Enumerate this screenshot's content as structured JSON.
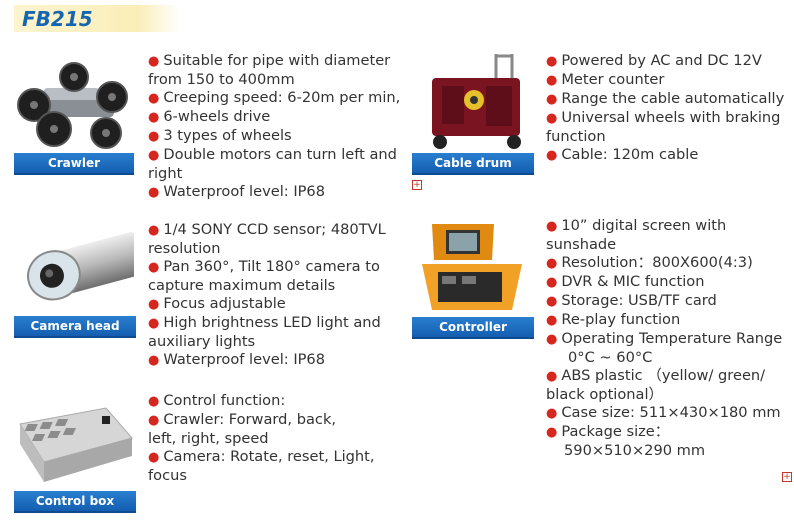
{
  "title": "FB215",
  "products": {
    "crawler": {
      "label": "Crawler",
      "bullets": [
        "Suitable for pipe with diameter from 150 to 400mm",
        "Creeping speed: 6-20m per min,",
        "6-wheels drive",
        "3 types of wheels",
        "Double motors can turn left and right",
        "Waterproof level: IP68"
      ]
    },
    "cable_drum": {
      "label": "Cable drum",
      "bullets": [
        "Powered by AC and DC 12V",
        "Meter counter",
        "Range the cable automatically",
        "Universal wheels with braking function",
        "Cable: 120m cable"
      ]
    },
    "camera_head": {
      "label": "Camera head",
      "bullets": [
        "1/4 SONY CCD sensor; 480TVL resolution",
        "Pan 360°, Tilt 180° camera to capture maximum details",
        "Focus adjustable",
        "High brightness LED light and auxiliary lights",
        "Waterproof level: IP68"
      ]
    },
    "controller": {
      "label": "Controller",
      "bullets": [
        "10” digital screen with sunshade",
        "Resolution：800X600(4:3)",
        "DVR & MIC function",
        "Storage: USB/TF card",
        "Re-play function",
        "Operating Temperature Range",
        "ABS plastic （yellow/ green/ black optional）",
        "Case size: 511×430×180 mm",
        "Package size："
      ],
      "temp_range": "0°C ~ 60°C",
      "package_dims": "590×510×290 mm"
    },
    "control_box": {
      "label": "Control box",
      "bullets": [
        "Control function:",
        "Crawler: Forward, back,",
        "Camera: Rotate, reset, Light, focus"
      ],
      "crawler_cont": "left, right, speed"
    }
  },
  "colors": {
    "title": "#1565b0",
    "label_bg": "#1a6fc4",
    "bullet": "#d7261e"
  }
}
